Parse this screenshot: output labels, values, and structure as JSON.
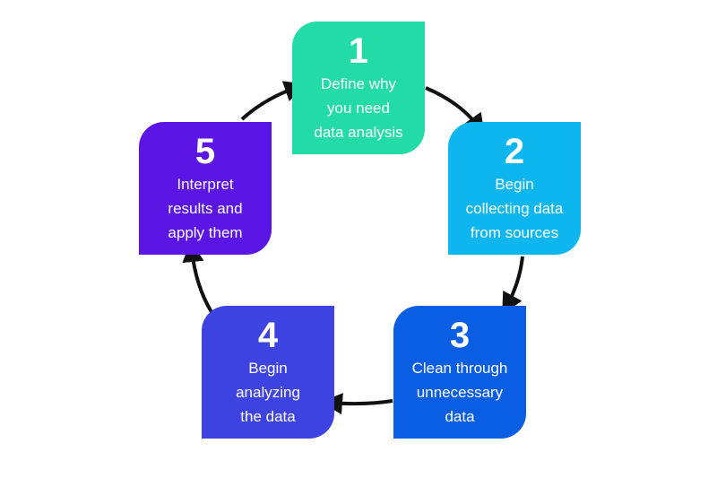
{
  "colors": {
    "arrow": "#111111"
  },
  "steps": [
    {
      "number": "1",
      "lines": [
        "Define why",
        "you need",
        "data analysis"
      ],
      "color": "#22dba7"
    },
    {
      "number": "2",
      "lines": [
        "Begin",
        "collecting data",
        "from sources"
      ],
      "color": "#0db6ef"
    },
    {
      "number": "3",
      "lines": [
        "Clean through",
        "unnecessary",
        "data"
      ],
      "color": "#0a5ee3"
    },
    {
      "number": "4",
      "lines": [
        "Begin",
        "analyzing",
        "the data"
      ],
      "color": "#3c43e1"
    },
    {
      "number": "5",
      "lines": [
        "Interpret",
        "results and",
        "apply them"
      ],
      "color": "#5b15e5"
    }
  ]
}
